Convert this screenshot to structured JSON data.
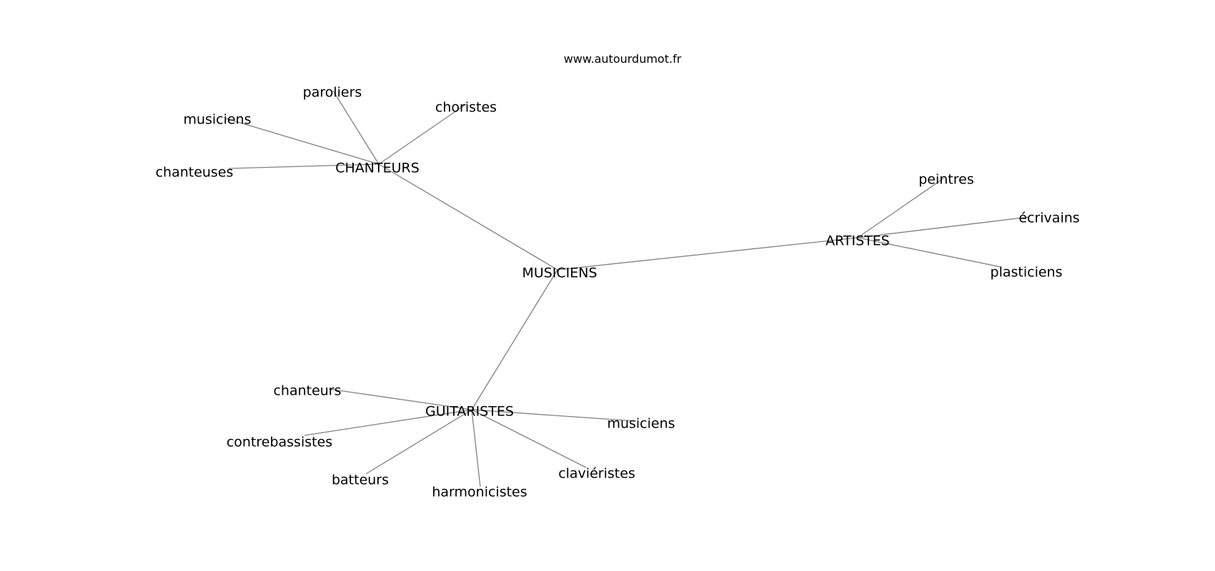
{
  "credit": "www.autourdumot.fr",
  "nodes": [
    {
      "id": "musiciens_center",
      "label": "MUSICIENS"
    },
    {
      "id": "chanteurs_hub",
      "label": "CHANTEURS"
    },
    {
      "id": "artistes_hub",
      "label": "ARTISTES"
    },
    {
      "id": "guitaristes_hub",
      "label": "GUITARISTES"
    },
    {
      "id": "paroliers",
      "label": "paroliers"
    },
    {
      "id": "choristes",
      "label": "choristes"
    },
    {
      "id": "musiciens_a",
      "label": "musiciens"
    },
    {
      "id": "chanteuses",
      "label": "chanteuses"
    },
    {
      "id": "peintres",
      "label": "peintres"
    },
    {
      "id": "ecrivains",
      "label": "écrivains"
    },
    {
      "id": "plasticiens",
      "label": "plasticiens"
    },
    {
      "id": "chanteurs_leaf",
      "label": "chanteurs"
    },
    {
      "id": "contrebassistes",
      "label": "contrebassistes"
    },
    {
      "id": "batteurs",
      "label": "batteurs"
    },
    {
      "id": "harmonicistes",
      "label": "harmonicistes"
    },
    {
      "id": "clavieristes",
      "label": "claviéristes"
    },
    {
      "id": "musiciens_b",
      "label": "musiciens"
    }
  ],
  "edges": [
    [
      "musiciens_center",
      "chanteurs_hub"
    ],
    [
      "musiciens_center",
      "artistes_hub"
    ],
    [
      "musiciens_center",
      "guitaristes_hub"
    ],
    [
      "chanteurs_hub",
      "paroliers"
    ],
    [
      "chanteurs_hub",
      "choristes"
    ],
    [
      "chanteurs_hub",
      "musiciens_a"
    ],
    [
      "chanteurs_hub",
      "chanteuses"
    ],
    [
      "artistes_hub",
      "peintres"
    ],
    [
      "artistes_hub",
      "ecrivains"
    ],
    [
      "artistes_hub",
      "plasticiens"
    ],
    [
      "guitaristes_hub",
      "chanteurs_leaf"
    ],
    [
      "guitaristes_hub",
      "contrebassistes"
    ],
    [
      "guitaristes_hub",
      "batteurs"
    ],
    [
      "guitaristes_hub",
      "harmonicistes"
    ],
    [
      "guitaristes_hub",
      "clavieristes"
    ],
    [
      "guitaristes_hub",
      "musiciens_b"
    ]
  ]
}
